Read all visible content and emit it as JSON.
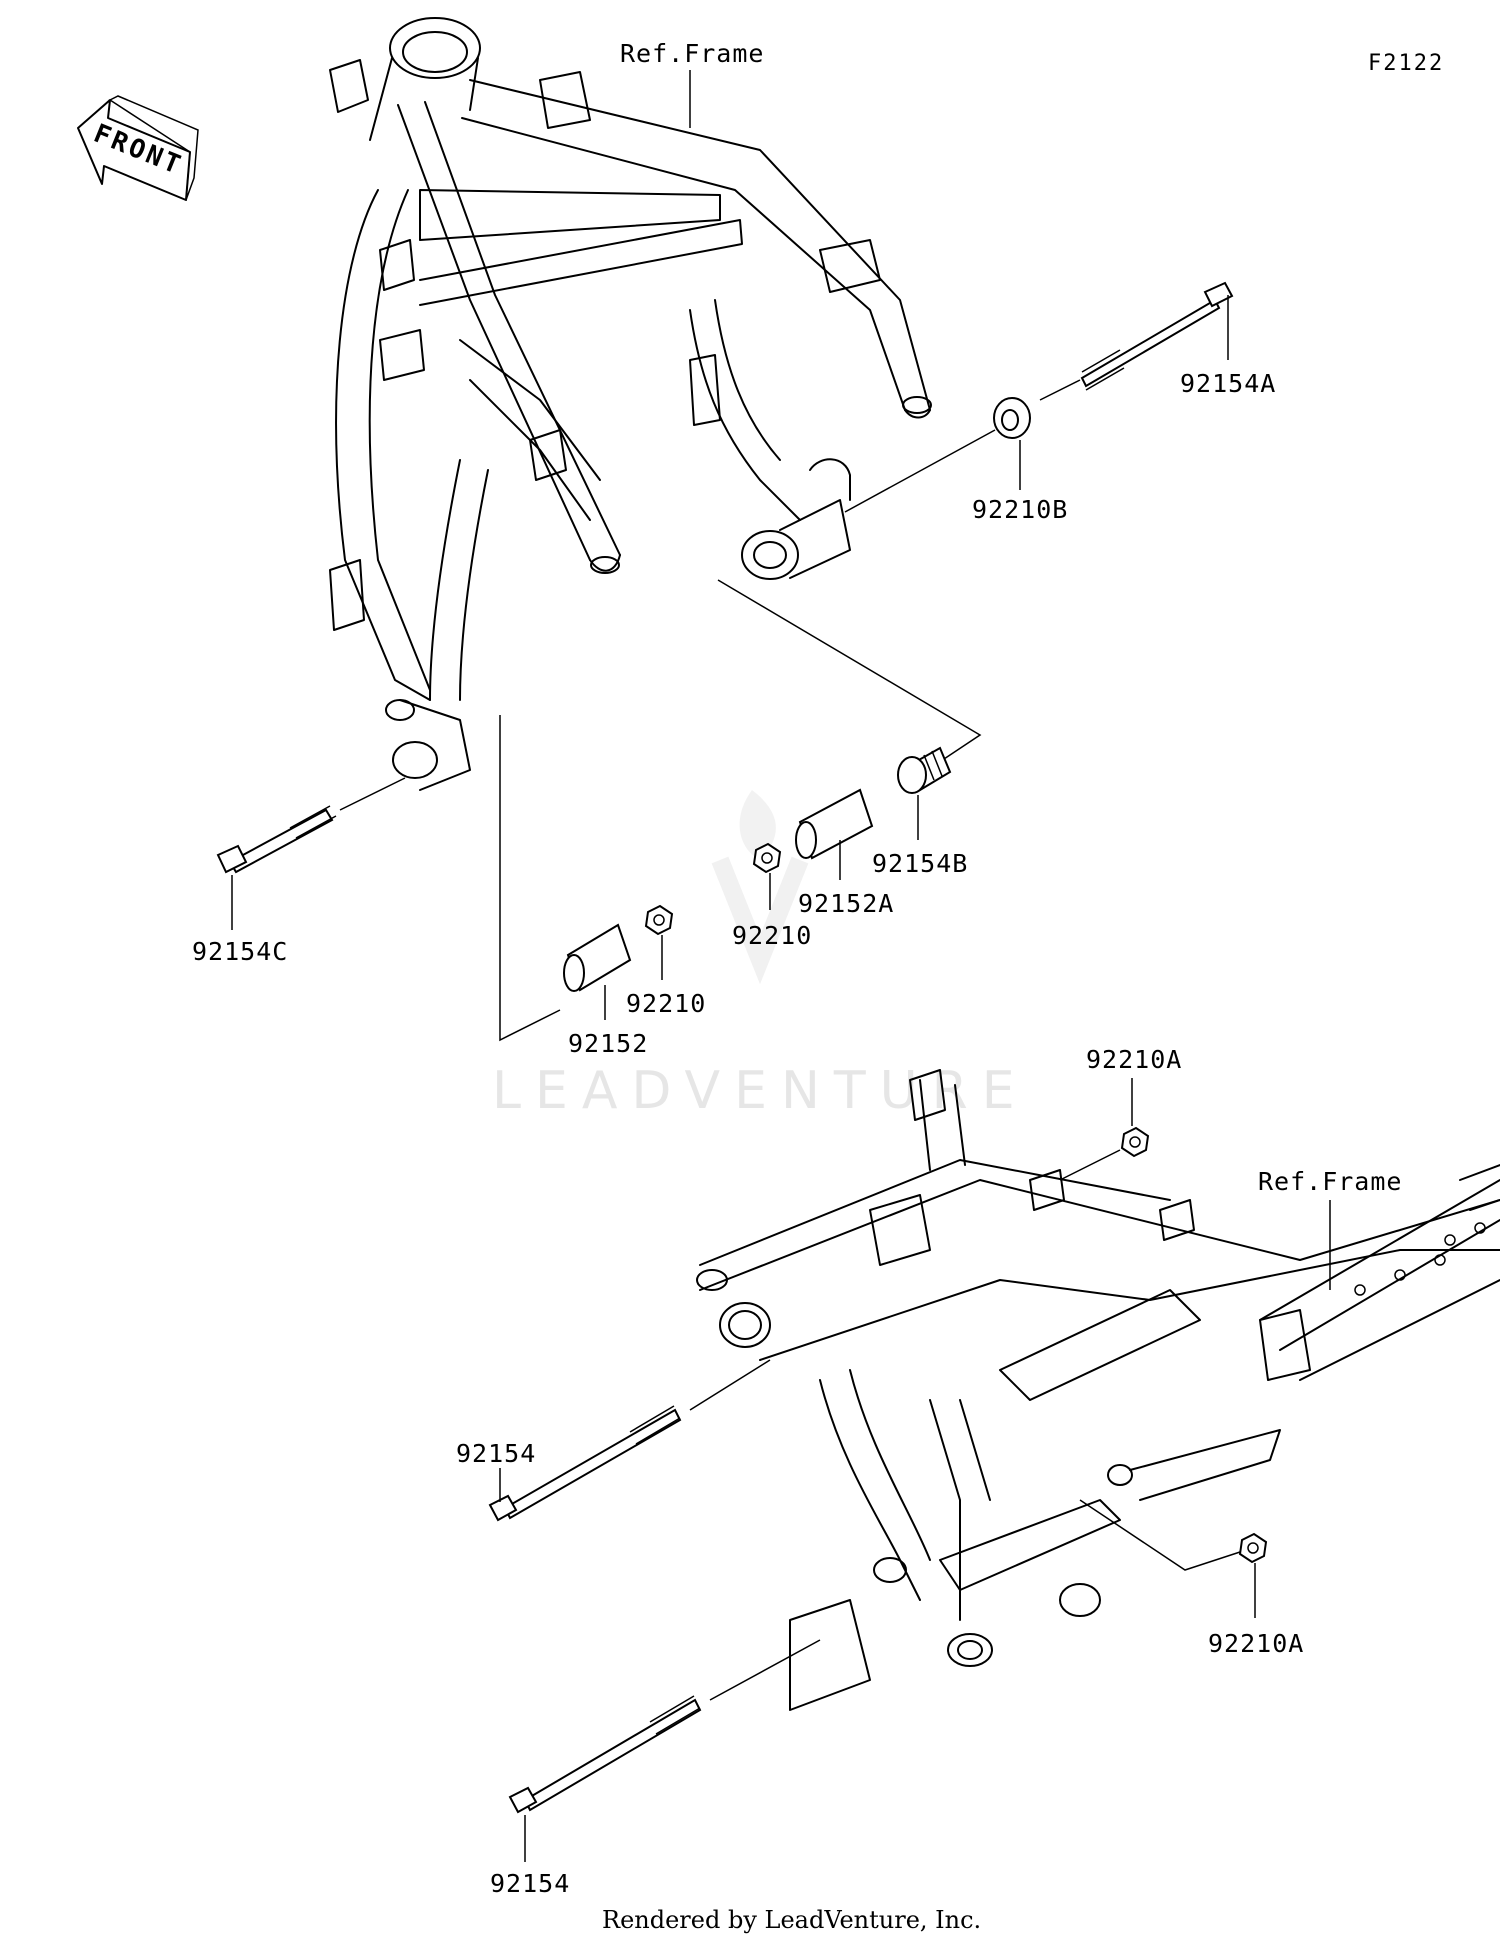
{
  "diagram_code": "F2122",
  "front_arrow_label": "FRONT",
  "watermark": "LEADVENTURE",
  "footer": "Rendered by LeadVenture, Inc.",
  "ref_labels": {
    "top": "Ref.Frame",
    "bottom": "Ref.Frame"
  },
  "parts": {
    "p92154A": "92154A",
    "p92210B": "92210B",
    "p92154C": "92154C",
    "p92152": "92152",
    "p92210_left": "92210",
    "p92210_mid": "92210",
    "p92152A": "92152A",
    "p92154B": "92154B",
    "p92210A_top": "92210A",
    "p92210A_bottom": "92210A",
    "p92154_mid": "92154",
    "p92154_bottom": "92154"
  }
}
